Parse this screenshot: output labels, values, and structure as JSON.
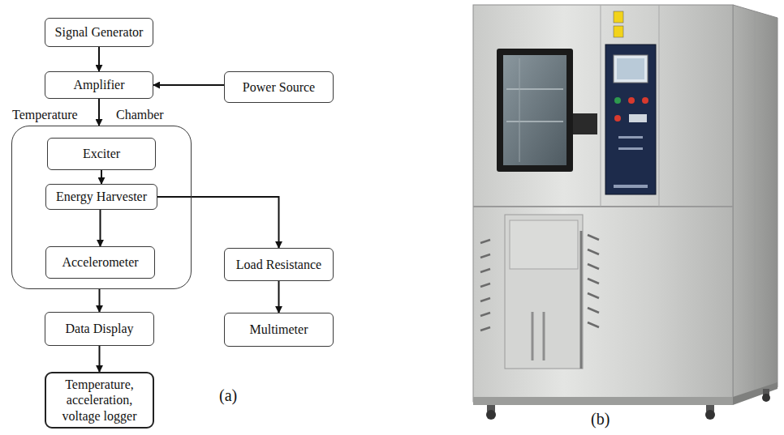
{
  "diagram": {
    "nodes": [
      {
        "text": [
          "Signal Generator"
        ]
      },
      {
        "text": [
          "Amplifier"
        ]
      },
      {
        "text": [
          "Power Source"
        ]
      },
      {
        "text": [
          "Temperature",
          "Chamber"
        ]
      },
      {
        "text": [
          "Exciter"
        ],
        "in": 3
      },
      {
        "text": [
          "Energy Harvester"
        ],
        "in": 3
      },
      {
        "text": [
          "Accelerometer"
        ],
        "in": 3
      },
      {
        "text": [
          "Load Resistance"
        ]
      },
      {
        "text": [
          "Multimeter"
        ]
      },
      {
        "text": [
          "Data Display"
        ]
      },
      {
        "text": [
          "Temperature, acceleration, voltage logger"
        ]
      }
    ],
    "edges": [
      {
        "from": 0,
        "to": 1,
        "arrow": "to"
      },
      {
        "from": 2,
        "to": 1,
        "arrow": "to"
      },
      {
        "from": 1,
        "to": 3,
        "arrow": "to"
      },
      {
        "from": 4,
        "to": 5,
        "arrow": "to"
      },
      {
        "from": 5,
        "to": 6,
        "arrow": "to"
      },
      {
        "from": 5,
        "to": 7,
        "arrow": "to"
      },
      {
        "from": 7,
        "to": 8,
        "arrow": "to"
      },
      {
        "from": 3,
        "to": 9,
        "arrow": "to"
      },
      {
        "from": 9,
        "to": 10,
        "arrow": "to"
      }
    ],
    "labels": [
      "(a)",
      "(b)"
    ]
  }
}
